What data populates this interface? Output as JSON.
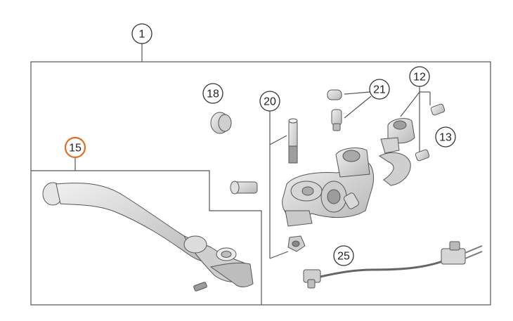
{
  "diagram": {
    "callouts": {
      "c1": "1",
      "c12": "12",
      "c13": "13",
      "c15": "15",
      "c18": "18",
      "c20": "20",
      "c21": "21",
      "c25": "25"
    },
    "colors": {
      "outline": "#555555",
      "highlight": "#e07020",
      "part_fill": "#d9d9d9",
      "part_shade": "#b5b5b5",
      "text": "#222222"
    }
  }
}
